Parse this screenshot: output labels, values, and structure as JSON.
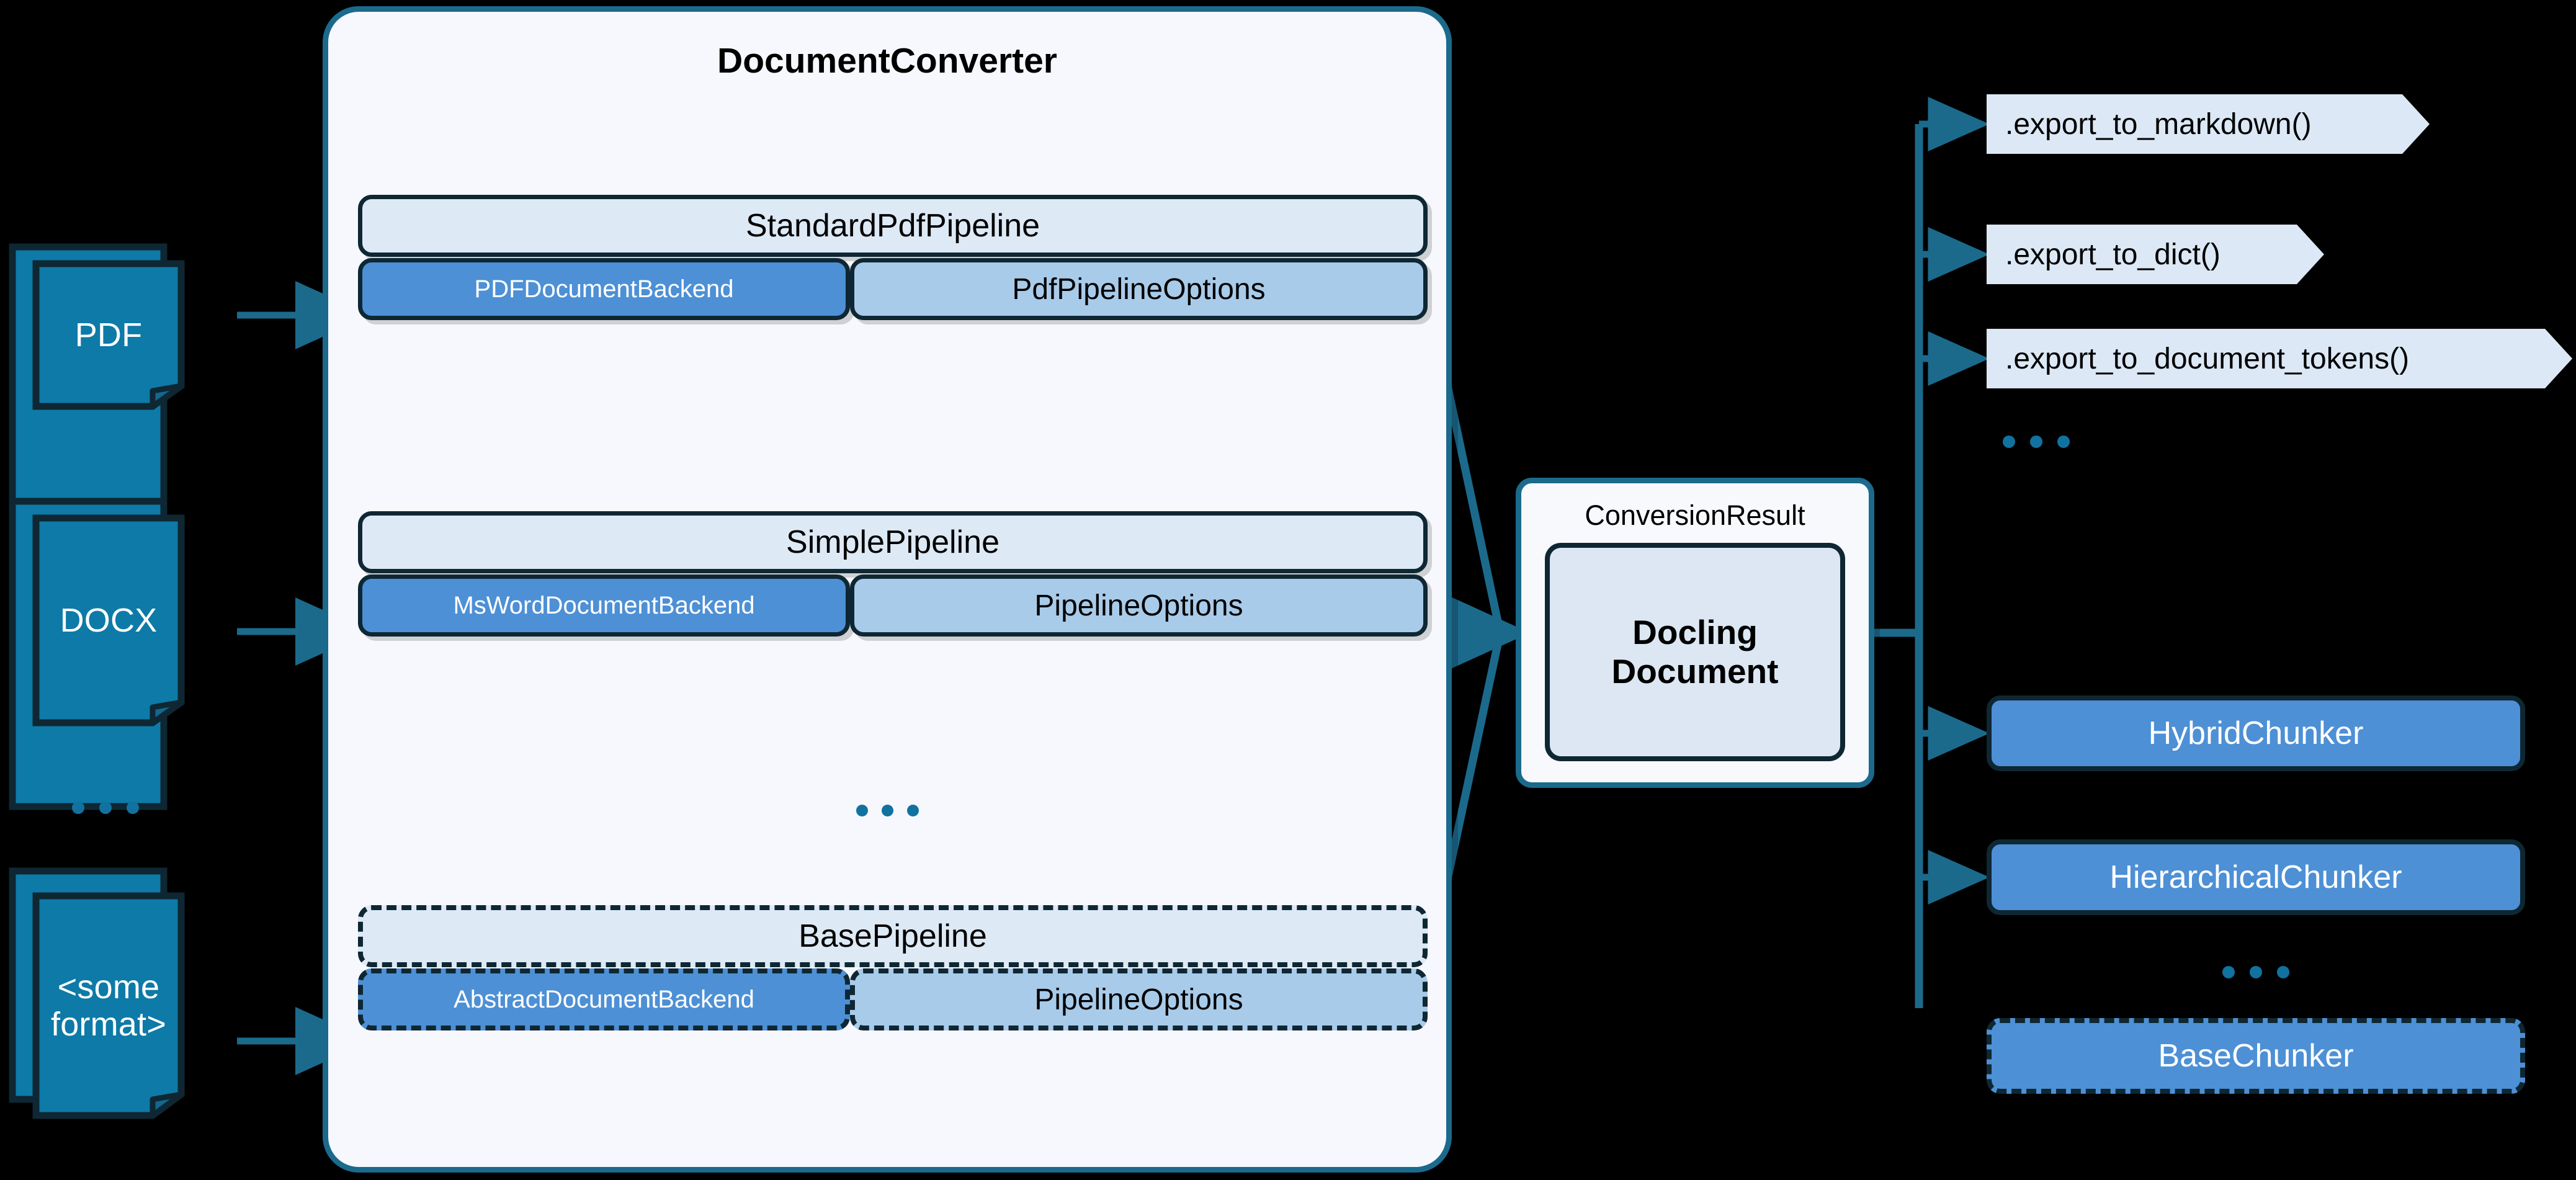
{
  "diagram": {
    "title": "Docling DocumentConverter architecture",
    "background_color": "#000000",
    "accent_color": "#1172a0",
    "source_icon_color": "#0e7aa7",
    "backend_color": "#4d90d5",
    "options_color": "#a9cbea",
    "pipeline_color": "#dde9f5",
    "export_chip_color": "#dce8f5",
    "border_color": "#0e2733"
  },
  "sources": {
    "items": [
      {
        "label": "PDF",
        "icon": "document-stack-icon"
      },
      {
        "label": "DOCX",
        "icon": "document-stack-icon"
      },
      {
        "label": "<some\nformat>",
        "icon": "document-stack-icon"
      }
    ],
    "ellipsis": "..."
  },
  "converter": {
    "title": "DocumentConverter",
    "ellipsis": "...",
    "pipelines": [
      {
        "name": "StandardPdfPipeline",
        "abstract": false,
        "backend": "PDFDocumentBackend",
        "options": "PdfPipelineOptions"
      },
      {
        "name": "SimplePipeline",
        "abstract": false,
        "backend": "MsWordDocumentBackend",
        "options": "PipelineOptions"
      },
      {
        "name": "BasePipeline",
        "abstract": true,
        "backend": "AbstractDocumentBackend",
        "options": "PipelineOptions"
      }
    ]
  },
  "conversion_result": {
    "title": "ConversionResult",
    "document": "Docling\nDocument"
  },
  "exports": {
    "items": [
      {
        "label": ".export_to_markdown()"
      },
      {
        "label": ".export_to_dict()"
      },
      {
        "label": ".export_to_document_tokens()"
      }
    ],
    "ellipsis": "..."
  },
  "chunkers": {
    "items": [
      {
        "label": "HybridChunker",
        "abstract": false
      },
      {
        "label": "HierarchicalChunker",
        "abstract": false
      },
      {
        "label": "BaseChunker",
        "abstract": true
      }
    ],
    "ellipsis": "..."
  }
}
